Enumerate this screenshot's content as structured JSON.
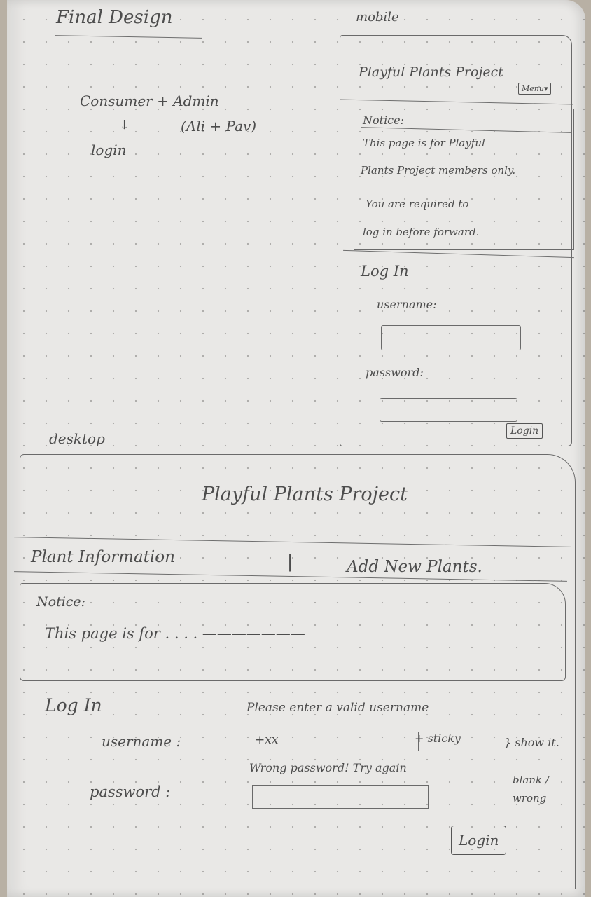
{
  "notes": {
    "title": "Final Design",
    "consumer": "Consumer + Admin",
    "arrow": "↓",
    "roles": "(Ali + Pav)",
    "login": "login"
  },
  "mobile": {
    "label": "mobile",
    "title": "Playful Plants Project",
    "menu": "Menu▾",
    "notice_heading": "Notice:",
    "notice_lines": [
      "This page is for Playful",
      "Plants Project members only.",
      "You are required to",
      "log in before forward."
    ],
    "login_heading": "Log In",
    "username_label": "username:",
    "password_label": "password:",
    "login_button": "Login"
  },
  "desktop": {
    "label": "desktop",
    "title": "Playful Plants Project",
    "nav": [
      "Plant Information",
      "|",
      "Add New Plants."
    ],
    "notice_heading": "Notice:",
    "notice_text": "This page is for . . . . ———————",
    "login_heading": "Log In",
    "username_label": "username :",
    "username_error": "Please enter a valid username",
    "username_value": "+xx",
    "username_note": "+ sticky",
    "username_show": "} show it.",
    "password_label": "password :",
    "password_error": "Wrong password! Try again",
    "password_note": "blank / wrong",
    "login_button": "Login"
  }
}
